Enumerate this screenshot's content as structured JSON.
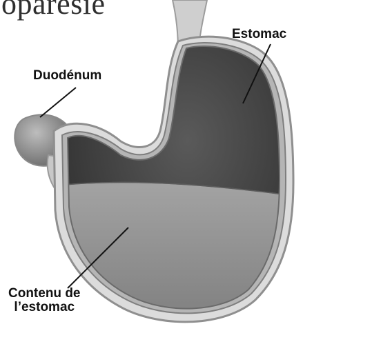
{
  "title_fragment": "oparésie",
  "labels": {
    "estomac": "Estomac",
    "duodenum": "Duodénum",
    "contenu_line1": "Contenu de",
    "contenu_line2": "l’estomac"
  },
  "colors": {
    "stomach_wall_outer": "#d9d9d9",
    "stomach_wall_inner": "#9a9a9a",
    "cavity_dark": "#4a4a4a",
    "contents_fill": "#8e8e8e",
    "leader_line": "#111111"
  }
}
